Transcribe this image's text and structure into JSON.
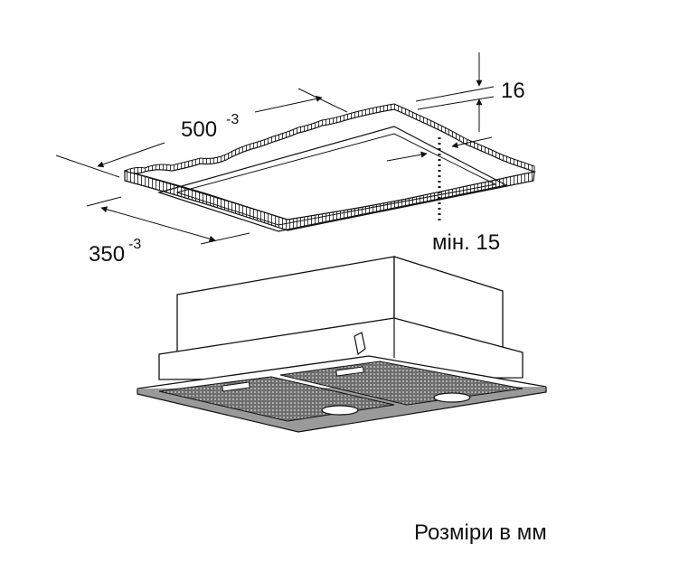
{
  "dimensions": {
    "length": {
      "value": "500",
      "tolerance": "-3"
    },
    "width": {
      "value": "350",
      "tolerance": "-3"
    },
    "thickness": "16",
    "min_clearance": "мін. 15"
  },
  "footer": {
    "units_note": "Розміри в мм"
  }
}
